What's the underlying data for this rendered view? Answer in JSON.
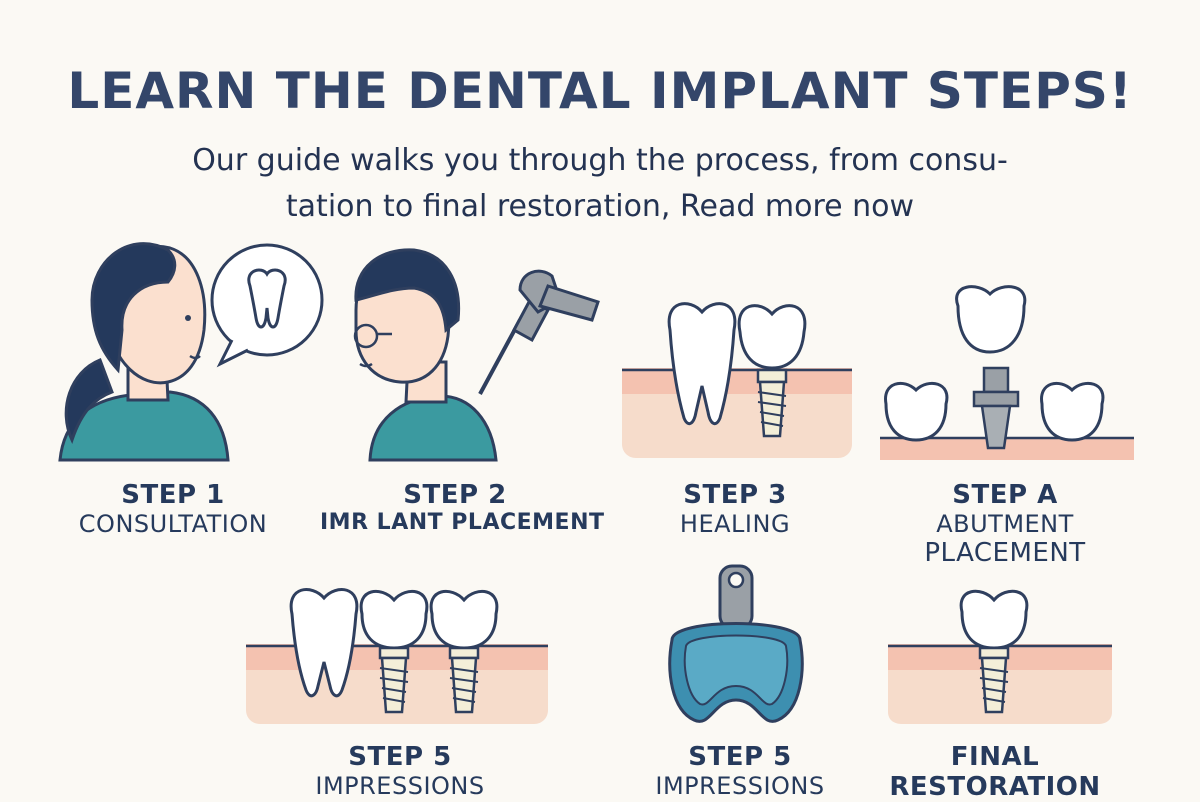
{
  "header": {
    "title": "LEARN THE DENTAL IMPLANT STEPS!",
    "subtitle_line1": "Our guide walks you through the process, from consu-",
    "subtitle_line2": "tation to final restoration, Read more now"
  },
  "steps": [
    {
      "step": "STEP 1",
      "name": "CONSULTATION"
    },
    {
      "step": "STEP 2",
      "name": "IMR LANT PLACEMENT"
    },
    {
      "step": "STEP 3",
      "name": "HEALING"
    },
    {
      "step": "STEP A",
      "name": "ABUTMENT",
      "name2": "PLACEMENT"
    },
    {
      "step": "STEP 5",
      "name": "IMPRESSIONS"
    },
    {
      "step": "STEP 5",
      "name": "IMPRESSIONS"
    },
    {
      "step": "FINAL",
      "name": "RESTORATION"
    }
  ],
  "colors": {
    "navy": "#2f3f5e",
    "teal": "#3b9aa0",
    "gum": "#f4c2b0",
    "bone": "#f6dccb",
    "skin": "#fbe0cf",
    "hair": "#24395c",
    "metal": "#9aa0a6",
    "tray": "#3d8fb0"
  }
}
